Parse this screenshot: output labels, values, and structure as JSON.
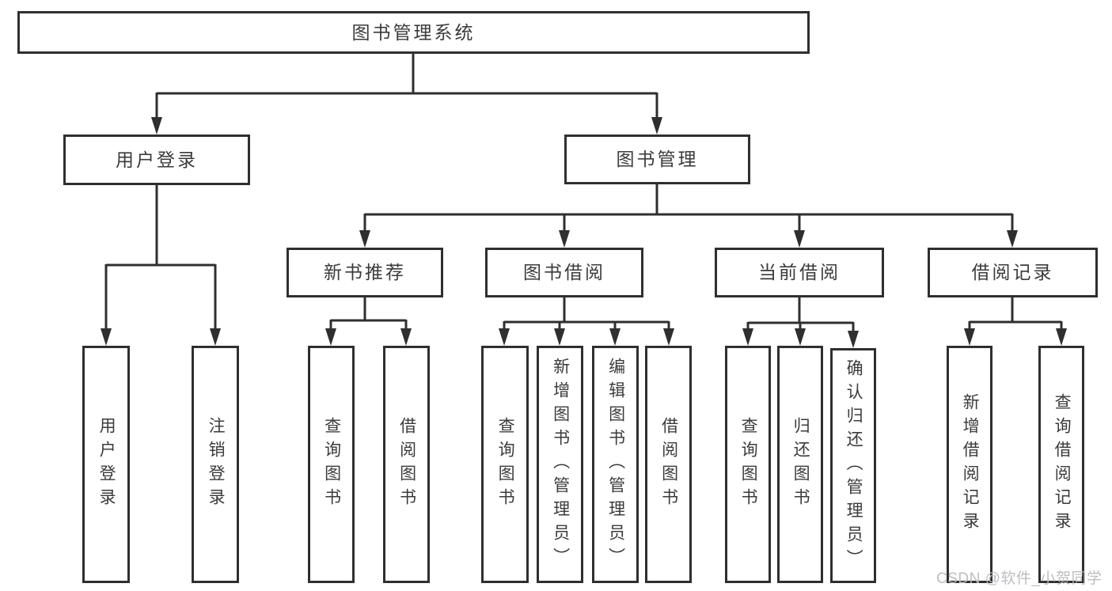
{
  "tree": {
    "label": "图书管理系统",
    "children": [
      {
        "label": "用户登录",
        "children": [
          {
            "label": "用户登录"
          },
          {
            "label": "注销登录"
          }
        ]
      },
      {
        "label": "图书管理",
        "children": [
          {
            "label": "新书推荐",
            "children": [
              {
                "label": "查询图书"
              },
              {
                "label": "借阅图书"
              }
            ]
          },
          {
            "label": "图书借阅",
            "children": [
              {
                "label": "查询图书"
              },
              {
                "label": "新增图书（管理员）"
              },
              {
                "label": "编辑图书（管理员）"
              },
              {
                "label": "借阅图书"
              }
            ]
          },
          {
            "label": "当前借阅",
            "children": [
              {
                "label": "查询图书"
              },
              {
                "label": "归还图书"
              },
              {
                "label": "确认归还（管理员）"
              }
            ]
          },
          {
            "label": "借阅记录",
            "children": [
              {
                "label": "新增借阅记录"
              },
              {
                "label": "查询借阅记录"
              }
            ]
          }
        ]
      }
    ]
  },
  "watermark": "CSDN @软件_小贺同学",
  "colors": {
    "line": "#2f2f2f",
    "box_border": "#2f2f2f",
    "text": "#3b3b3b",
    "background": "#ffffff",
    "watermark": "#b7bbc1"
  }
}
